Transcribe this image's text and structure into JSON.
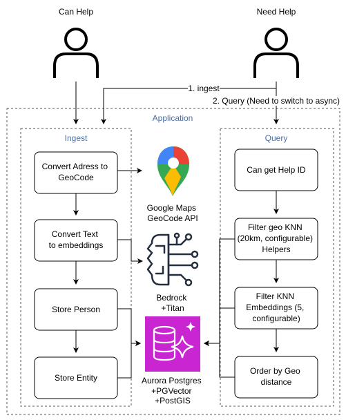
{
  "actors": {
    "can_help": "Can Help",
    "need_help": "Need Help"
  },
  "arrows": {
    "ingest": "1. ingest",
    "query": "2. Query (Need to switch to async)"
  },
  "containers": {
    "application": "Application",
    "ingest": "Ingest",
    "query": "Query"
  },
  "ingest_steps": [
    [
      "Convert Adress to",
      "GeoCode"
    ],
    [
      "Convert Text",
      "to embeddings"
    ],
    [
      "Store Person"
    ],
    [
      "Store Entity"
    ]
  ],
  "query_steps": [
    [
      "Can get Help ID"
    ],
    [
      "Filter geo KNN",
      "(20km, configurable)",
      "Helpers"
    ],
    [
      "Filter KNN",
      "Embeddings (5,",
      "configurable)"
    ],
    [
      "Order by Geo",
      "distance"
    ]
  ],
  "services": {
    "maps": [
      "Google Maps",
      "GeoCode API"
    ],
    "bedrock": [
      "Bedrock",
      "+Titan"
    ],
    "aurora": [
      "Aurora Postgres",
      "+PGVector",
      "+PostGIS"
    ]
  },
  "icons": {
    "maps": "google-maps-pin-icon",
    "bedrock": "bedrock-brain-circuit-icon",
    "aurora": "aurora-database-sparkle-icon",
    "actor": "person-icon"
  },
  "colors": {
    "container_label": "#4a6fa5",
    "aurora_bg": "#c925d1",
    "bedrock_ink": "#232f3e",
    "maps_green": "#34a853",
    "maps_yellow": "#fbbc04",
    "maps_red": "#ea4335",
    "maps_blue": "#4285f4"
  }
}
